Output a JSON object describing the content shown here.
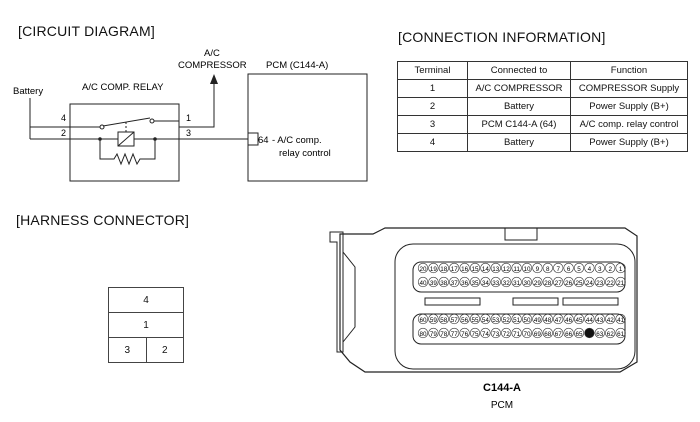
{
  "sections": {
    "circuit": "[CIRCUIT DIAGRAM]",
    "connection": "[CONNECTION INFORMATION]",
    "harness": "[HARNESS CONNECTOR]"
  },
  "circuit": {
    "battery": "Battery",
    "relay_title": "A/C COMP. RELAY",
    "ac_line1": "A/C",
    "ac_line2": "COMPRESSOR",
    "pcm_title": "PCM (C144-A)",
    "pin4": "4",
    "pin2": "2",
    "pin1": "1",
    "pin3": "3",
    "pcm_pin": "64",
    "pcm_label1": "- A/C comp.",
    "pcm_label2": "relay control"
  },
  "connection_table": {
    "headers": [
      "Terminal",
      "Connected to",
      "Function"
    ],
    "rows": [
      [
        "1",
        "A/C COMPRESSOR",
        "COMPRESSOR Supply"
      ],
      [
        "2",
        "Battery",
        "Power Supply (B+)"
      ],
      [
        "3",
        "PCM C144-A (64)",
        "A/C comp. relay control"
      ],
      [
        "4",
        "Battery",
        "Power Supply (B+)"
      ]
    ]
  },
  "harness": {
    "cells": [
      "4",
      "1",
      "3",
      "2"
    ],
    "connector_name": "C144-A",
    "connector_sub": "PCM",
    "row1": [
      "20",
      "19",
      "18",
      "17",
      "16",
      "15",
      "14",
      "13",
      "12",
      "11",
      "10",
      "9",
      "8",
      "7",
      "6",
      "5",
      "4",
      "3",
      "2",
      "1"
    ],
    "row2": [
      "40",
      "39",
      "38",
      "37",
      "36",
      "35",
      "34",
      "33",
      "32",
      "31",
      "30",
      "29",
      "28",
      "27",
      "26",
      "25",
      "24",
      "23",
      "22",
      "21"
    ],
    "row3": [
      "60",
      "59",
      "58",
      "57",
      "56",
      "55",
      "54",
      "53",
      "52",
      "51",
      "50",
      "49",
      "48",
      "47",
      "46",
      "45",
      "44",
      "43",
      "42",
      "41"
    ],
    "row4": [
      "80",
      "79",
      "78",
      "77",
      "76",
      "75",
      "74",
      "73",
      "72",
      "71",
      "70",
      "69",
      "68",
      "67",
      "66",
      "65",
      "64",
      "63",
      "62",
      "61"
    ],
    "highlight_pin": "64"
  }
}
